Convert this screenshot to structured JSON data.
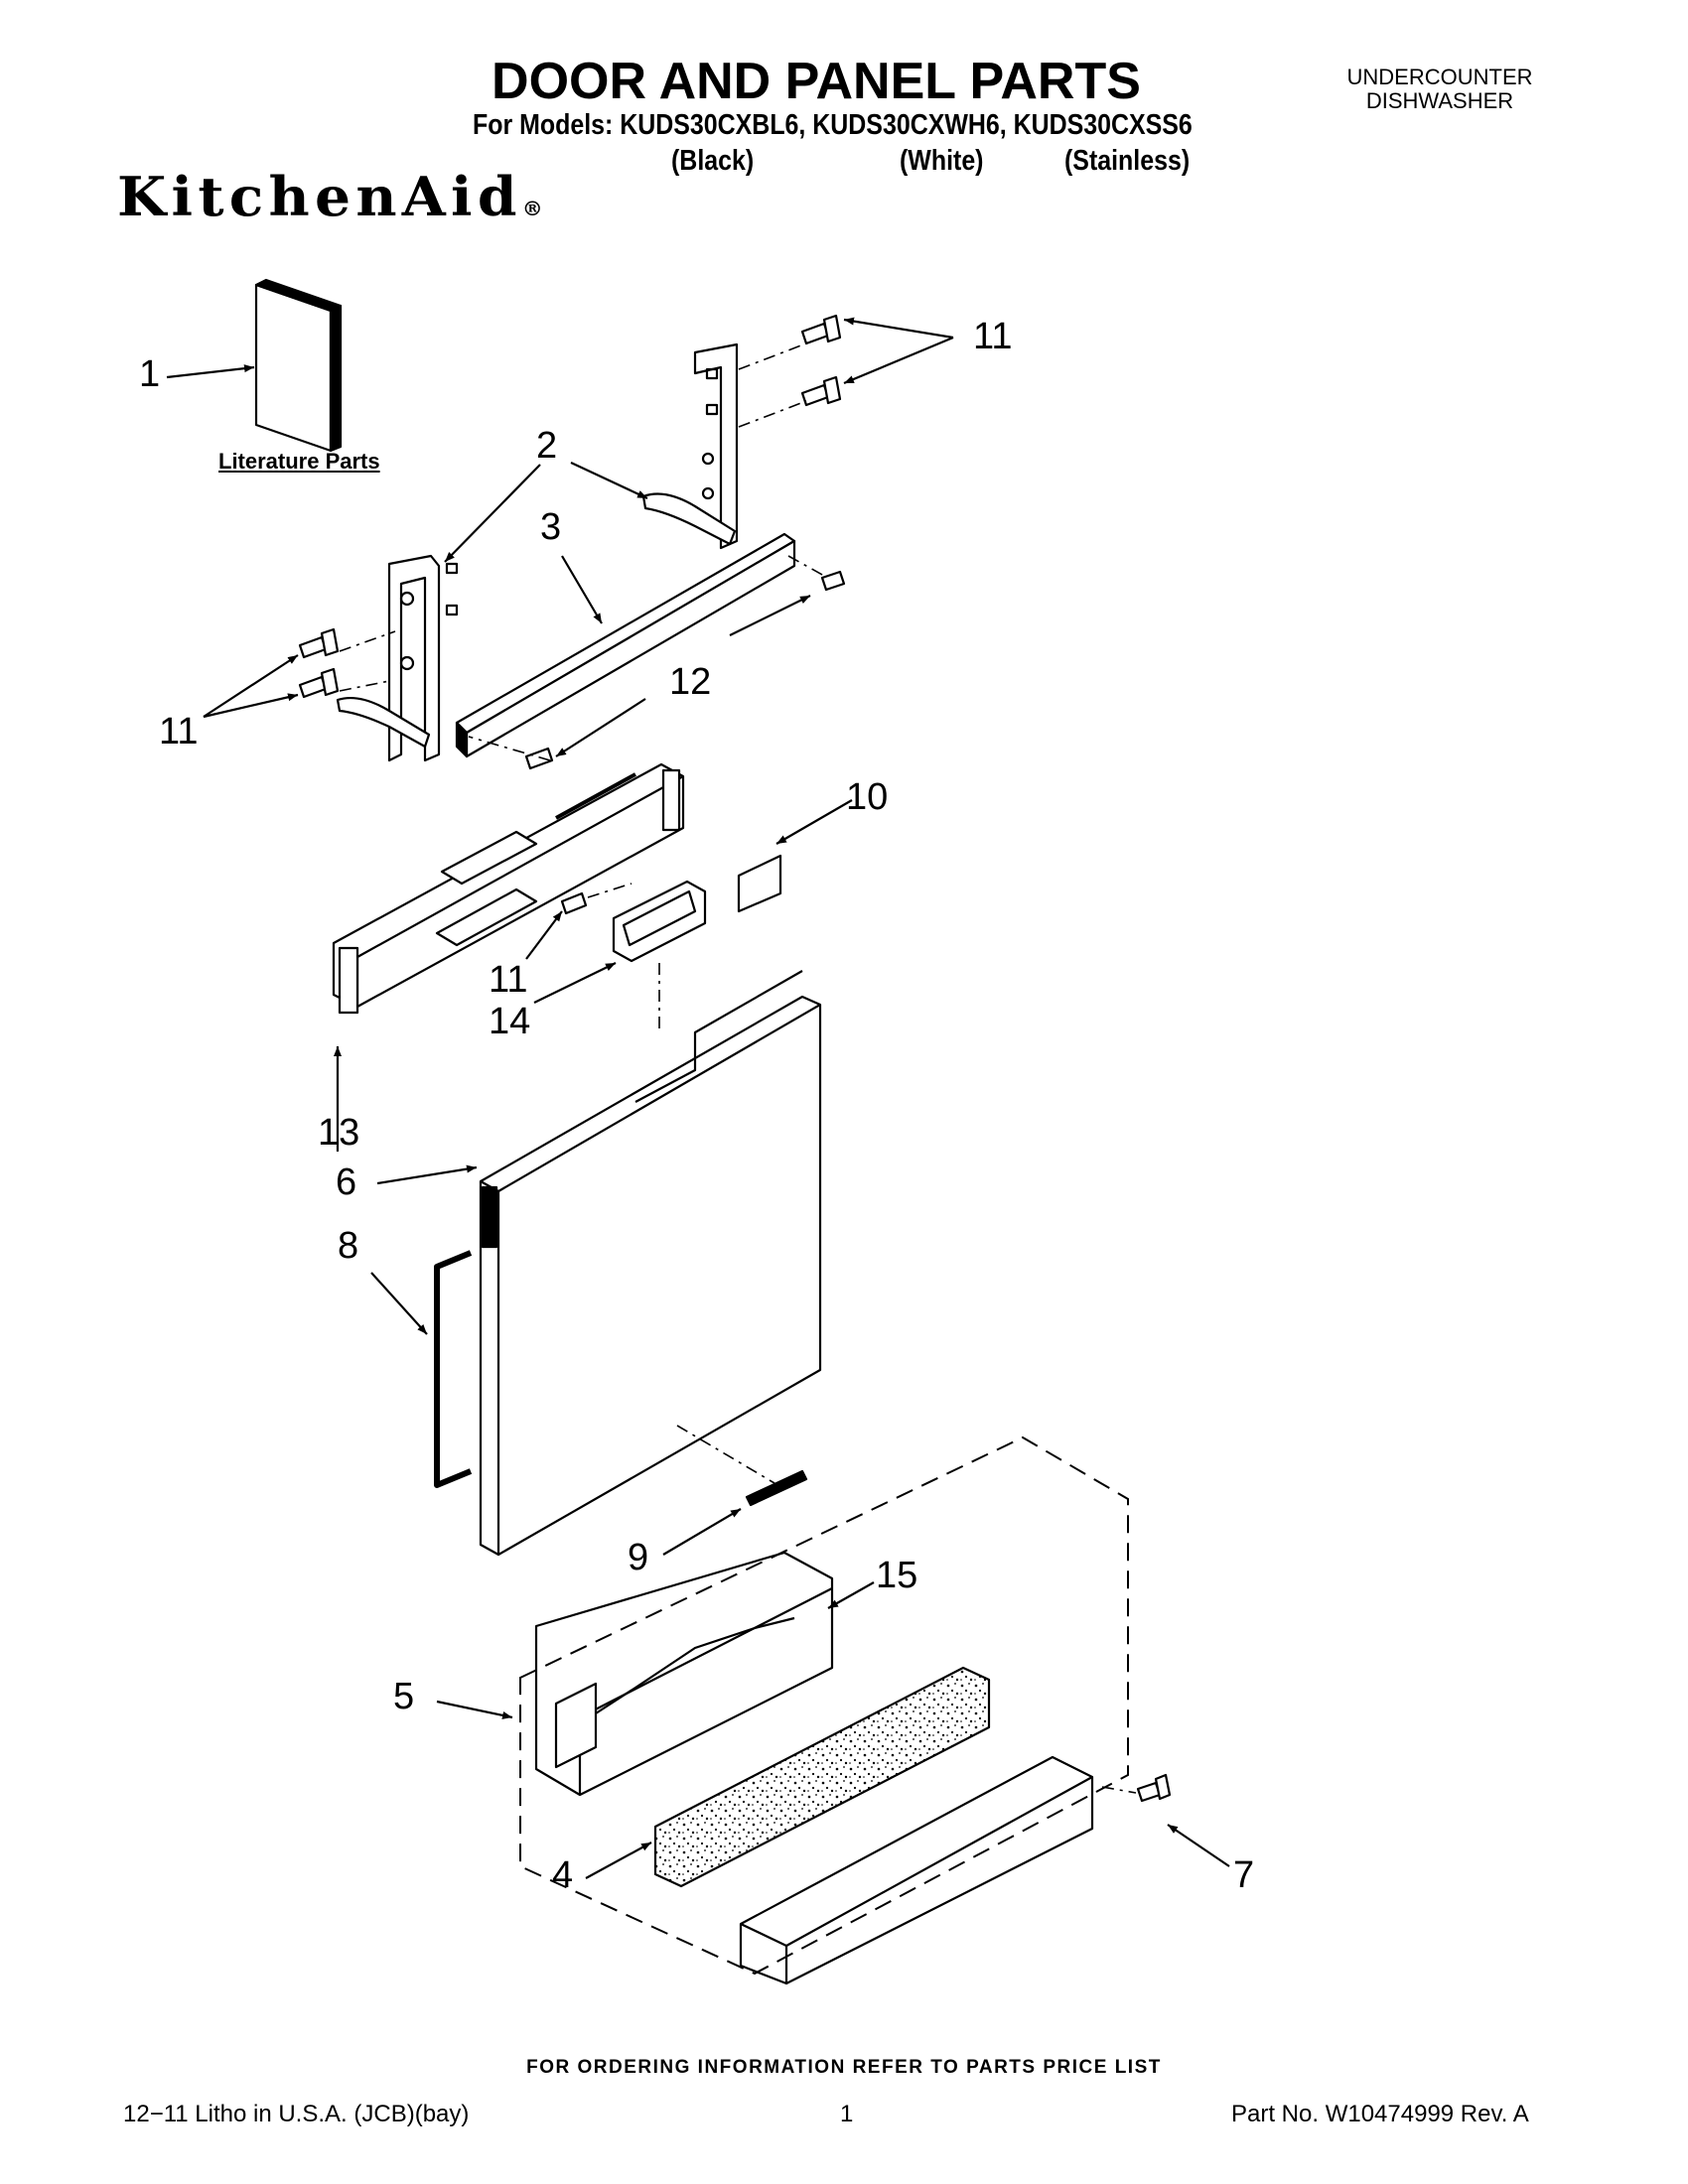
{
  "header": {
    "title": "DOOR AND PANEL PARTS",
    "models_line": "For Models: KUDS30CXBL6, KUDS30CXWH6, KUDS30CXSS6",
    "variants": [
      "(Black)",
      "(White)",
      "(Stainless)"
    ],
    "appliance_type": [
      "UNDERCOUNTER",
      "DISHWASHER"
    ],
    "brand": "KitchenAid",
    "brand_mark": "®"
  },
  "diagram": {
    "literature_label": "Literature Parts",
    "callouts": [
      "1",
      "2",
      "3",
      "4",
      "5",
      "6",
      "7",
      "8",
      "9",
      "10",
      "11",
      "11",
      "11",
      "12",
      "13",
      "14",
      "15"
    ]
  },
  "footer": {
    "ordering_note": "FOR ORDERING INFORMATION REFER TO PARTS PRICE LIST",
    "litho": "12−11 Litho in U.S.A. (JCB)(bay)",
    "page": "1",
    "part_no": "Part No. W10474999 Rev. A"
  }
}
